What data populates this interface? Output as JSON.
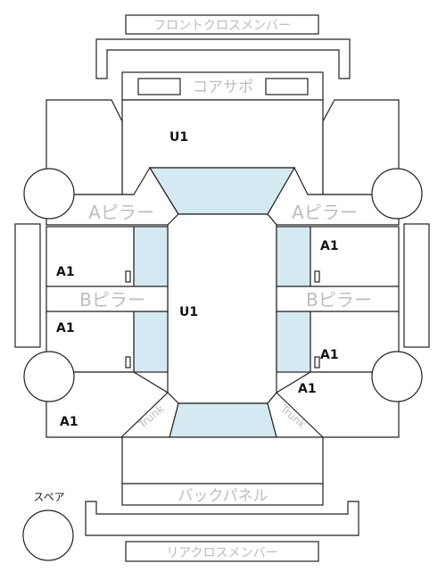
{
  "parts": {
    "front_cross_member": "フロントクロスメンバー",
    "core_support": "コアサポ",
    "a_pillar_left": "Aピラー",
    "a_pillar_right": "Aピラー",
    "b_pillar_left": "Bピラー",
    "b_pillar_right": "Bピラー",
    "back_panel": "バックパネル",
    "rear_cross_member": "リアクロスメンバー",
    "spare": "スペア",
    "trunk_left": "Trunk",
    "trunk_right": "Trunk"
  },
  "grades": {
    "front_panel": "U1",
    "roof": "U1",
    "right_front_door": "A1",
    "left_front_door": "A1",
    "left_rear_door": "A1",
    "right_rear_door": "A1",
    "right_rear_fender": "A1",
    "left_rear_fender": "A1"
  },
  "colors": {
    "outline": "#222222",
    "glass": "#d4eaf2",
    "label_gray": "#bdbdbd"
  }
}
